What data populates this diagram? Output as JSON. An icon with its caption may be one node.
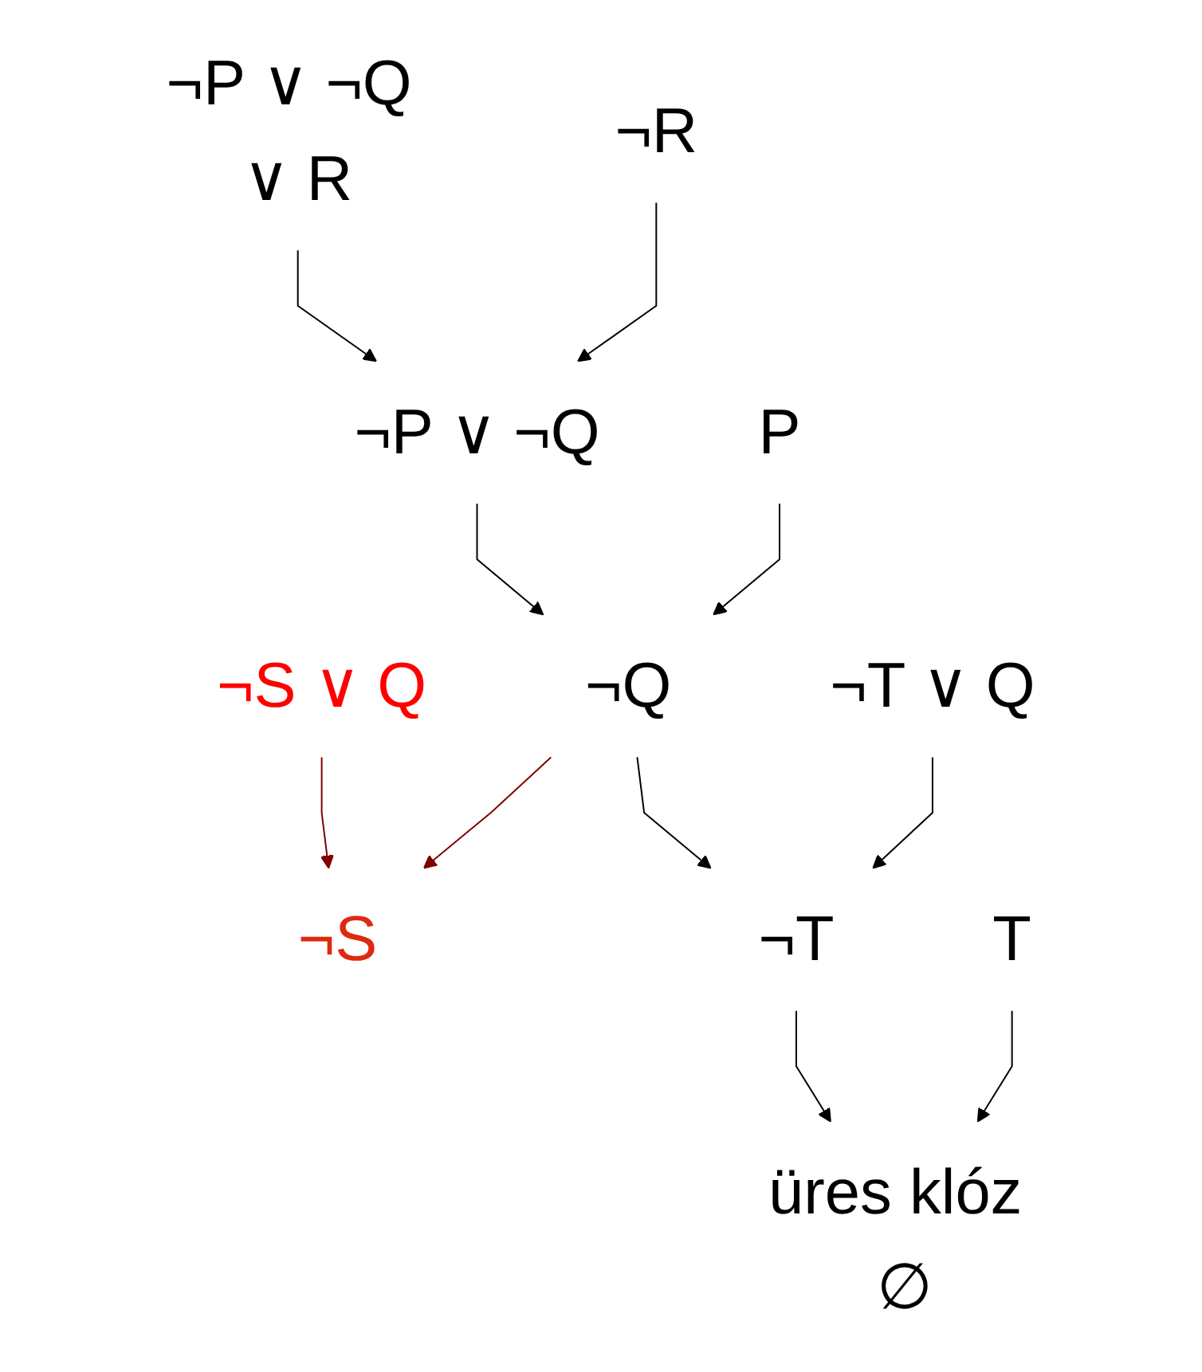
{
  "diagram": {
    "nodes": [
      {
        "text": [
          "¬P ∨ ¬Q ∨ R"
        ]
      },
      {
        "text": [
          "¬R"
        ]
      },
      {
        "text": [
          "¬P ∨ ¬Q"
        ]
      },
      {
        "text": [
          "P"
        ]
      },
      {
        "text": [
          "¬S ∨ Q"
        ]
      },
      {
        "text": [
          "¬Q"
        ]
      },
      {
        "text": [
          "¬T ∨ Q"
        ]
      },
      {
        "text": [
          "¬S"
        ]
      },
      {
        "text": [
          "¬T"
        ]
      },
      {
        "text": [
          "T"
        ]
      },
      {
        "text": [
          "üres klóz ∅"
        ]
      }
    ],
    "edges": [
      {
        "from": 0,
        "to": 2,
        "arrow": "to"
      },
      {
        "from": 1,
        "to": 2,
        "arrow": "to"
      },
      {
        "from": 2,
        "to": 5,
        "arrow": "to"
      },
      {
        "from": 3,
        "to": 5,
        "arrow": "to"
      },
      {
        "from": 4,
        "to": 7,
        "arrow": "to",
        "color": "#800000"
      },
      {
        "from": 5,
        "to": 7,
        "arrow": "to",
        "color": "#800000"
      },
      {
        "from": 5,
        "to": 8,
        "arrow": "to"
      },
      {
        "from": 6,
        "to": 8,
        "arrow": "to"
      },
      {
        "from": 8,
        "to": 10,
        "arrow": "to"
      },
      {
        "from": 9,
        "to": 10,
        "arrow": "to"
      }
    ]
  }
}
